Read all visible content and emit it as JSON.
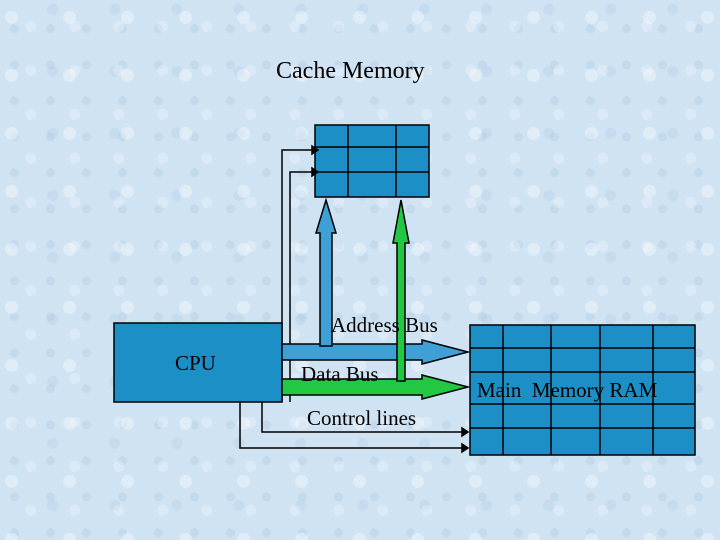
{
  "diagram": {
    "title": "Cache Memory",
    "cpu_label": "CPU",
    "address_bus_label": "Address Bus",
    "data_bus_label": "Data Bus",
    "control_lines_label": "Control lines",
    "main_memory_label": "Main  Memory RAM"
  },
  "colors": {
    "block_fill": "#1d8fc7",
    "address_bus": "#3fa0d6",
    "data_bus": "#22c844",
    "outline": "#000000",
    "background": "#cfe3f3"
  }
}
